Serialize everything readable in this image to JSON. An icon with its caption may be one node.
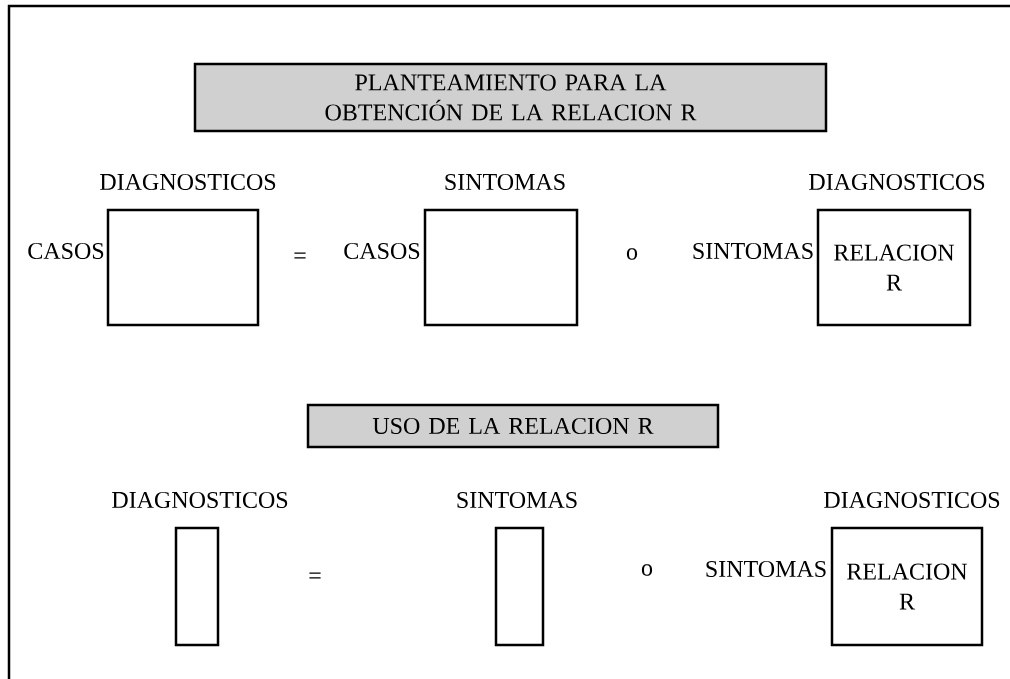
{
  "diagram": {
    "nodes": [
      {
        "text": [
          "PLANTEAMIENTO PARA LA OBTENCIÓN DE LA RELACION R"
        ]
      },
      {
        "text": [],
        "shape": "box",
        "beside": [
          "DIAGNOSTICOS",
          "CASOS"
        ]
      },
      {
        "text": [],
        "shape": "box",
        "beside": [
          "SINTOMAS",
          "CASOS"
        ]
      },
      {
        "text": [
          "RELACION R"
        ],
        "beside": [
          "DIAGNOSTICOS",
          "SINTOMAS"
        ]
      },
      {
        "text": [
          "USO DE LA RELACION R"
        ]
      },
      {
        "text": [],
        "shape": "box",
        "beside": [
          "DIAGNOSTICOS"
        ]
      },
      {
        "text": [],
        "shape": "box",
        "beside": [
          "SINTOMAS"
        ]
      },
      {
        "text": [
          "RELACION R"
        ],
        "beside": [
          "DIAGNOSTICOS",
          "SINTOMAS"
        ]
      }
    ],
    "labels": [
      "=",
      "o",
      "=",
      "o"
    ]
  }
}
